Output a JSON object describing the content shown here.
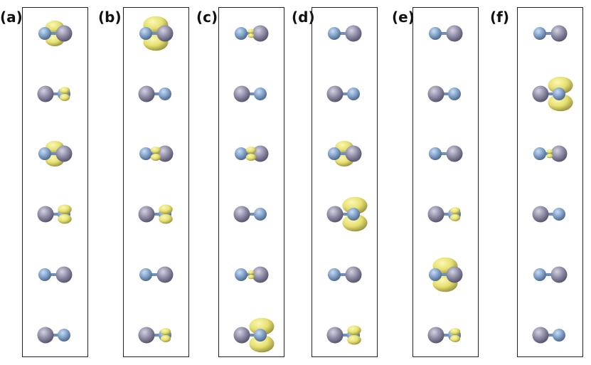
{
  "figure": {
    "panels": [
      {
        "label": "(a)",
        "rows": [
          {
            "orientation": "blue-left",
            "density": "center-large"
          },
          {
            "orientation": "gray-left",
            "density": "right-small"
          },
          {
            "orientation": "blue-left",
            "density": "center-large"
          },
          {
            "orientation": "gray-left",
            "density": "right-medium"
          },
          {
            "orientation": "blue-left",
            "density": "none"
          },
          {
            "orientation": "gray-left",
            "density": "none"
          }
        ]
      },
      {
        "label": "(b)",
        "rows": [
          {
            "orientation": "blue-left",
            "density": "center-xlarge"
          },
          {
            "orientation": "gray-left",
            "density": "none"
          },
          {
            "orientation": "blue-left",
            "density": "center-small"
          },
          {
            "orientation": "gray-left",
            "density": "right-medium"
          },
          {
            "orientation": "blue-left",
            "density": "none"
          },
          {
            "orientation": "gray-left",
            "density": "right-small"
          }
        ]
      },
      {
        "label": "(c)",
        "rows": [
          {
            "orientation": "blue-left",
            "density": "center-tiny"
          },
          {
            "orientation": "gray-left",
            "density": "none"
          },
          {
            "orientation": "blue-left",
            "density": "center-small"
          },
          {
            "orientation": "gray-left",
            "density": "none"
          },
          {
            "orientation": "blue-left",
            "density": "center-tiny"
          },
          {
            "orientation": "gray-left",
            "density": "right-xlarge"
          }
        ]
      },
      {
        "label": "(d)",
        "rows": [
          {
            "orientation": "blue-left",
            "density": "none"
          },
          {
            "orientation": "gray-left",
            "density": "none"
          },
          {
            "orientation": "blue-left",
            "density": "center-large"
          },
          {
            "orientation": "gray-left",
            "density": "right-xlarge"
          },
          {
            "orientation": "blue-left",
            "density": "none"
          },
          {
            "orientation": "gray-left",
            "density": "right-medium"
          }
        ]
      },
      {
        "label": "(e)",
        "rows": [
          {
            "orientation": "blue-left",
            "density": "none"
          },
          {
            "orientation": "gray-left",
            "density": "none"
          },
          {
            "orientation": "blue-left",
            "density": "none"
          },
          {
            "orientation": "gray-left",
            "density": "right-small"
          },
          {
            "orientation": "blue-left",
            "density": "center-xlarge"
          },
          {
            "orientation": "gray-left",
            "density": "right-small"
          }
        ]
      },
      {
        "label": "(f)",
        "rows": [
          {
            "orientation": "blue-left",
            "density": "none"
          },
          {
            "orientation": "gray-left",
            "density": "right-xlarge"
          },
          {
            "orientation": "blue-left",
            "density": "center-tiny"
          },
          {
            "orientation": "gray-left",
            "density": "none"
          },
          {
            "orientation": "blue-left",
            "density": "none"
          },
          {
            "orientation": "gray-left",
            "density": "none"
          }
        ]
      }
    ]
  },
  "colors": {
    "blue_atom": "#7f9fc8",
    "gray_atom": "#8c8aa3",
    "density": "#e6e070",
    "density_shadow": "#9a9340",
    "frame": "#222222"
  }
}
